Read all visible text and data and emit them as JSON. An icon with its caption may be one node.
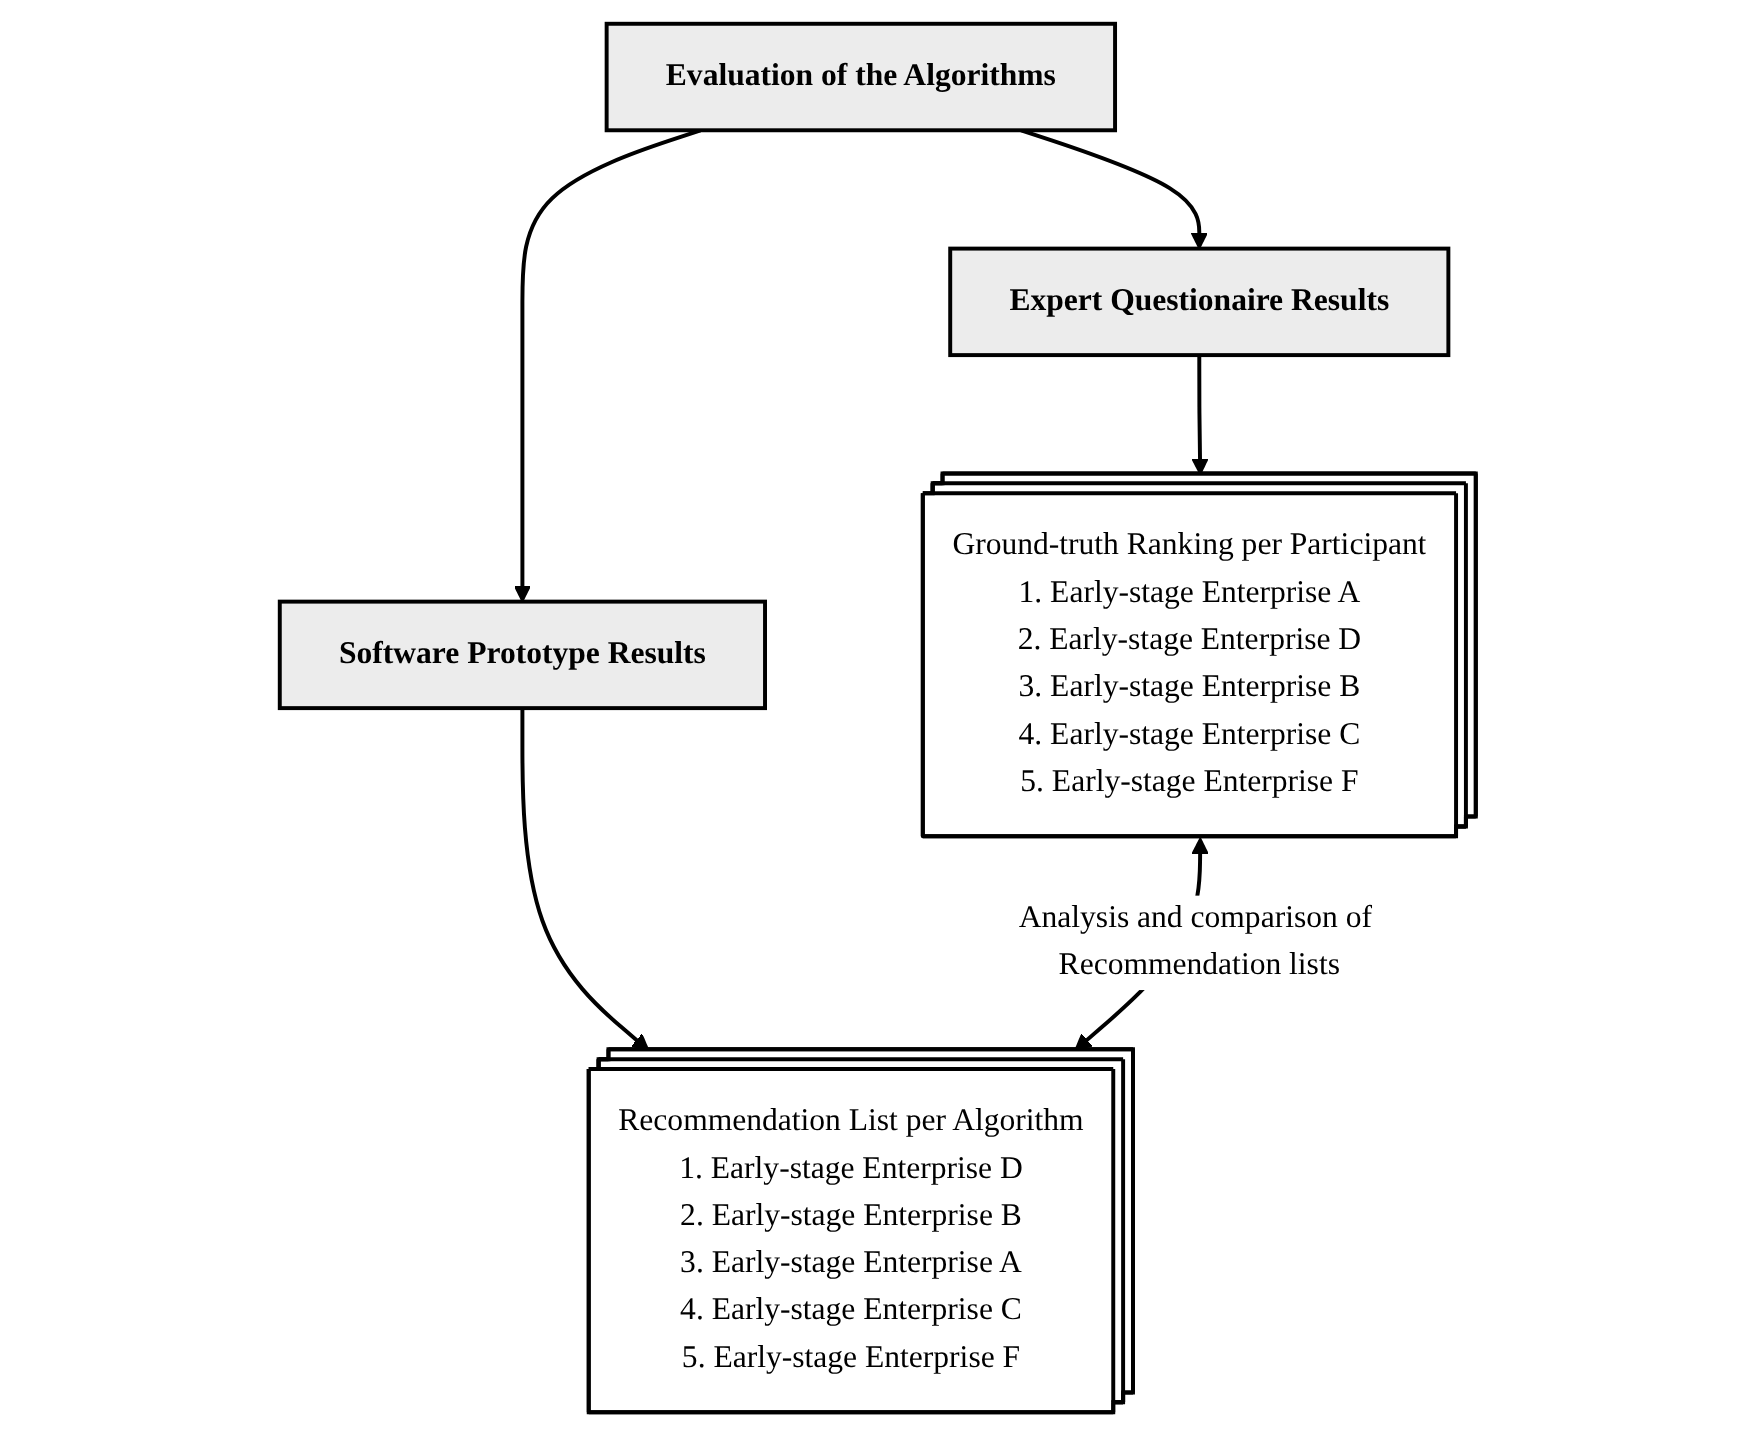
{
  "diagram": {
    "nodes": [
      {
        "text": [
          "Evaluation of the Algorithms"
        ]
      },
      {
        "text": [
          "Expert Questionaire Results"
        ]
      },
      {
        "text": [
          "Software Prototype Results"
        ]
      },
      {
        "text": [
          "Ground-truth Ranking per Participant",
          "1. Early-stage Enterprise A",
          "2. Early-stage Enterprise D",
          "3. Early-stage Enterprise B",
          "4. Early-stage Enterprise C",
          "5. Early-stage Enterprise F"
        ]
      },
      {
        "text": [
          "Recommendation List per Algorithm",
          "1. Early-stage Enterprise D",
          "2. Early-stage Enterprise B",
          "3. Early-stage Enterprise A",
          "4. Early-stage Enterprise C",
          "5. Early-stage Enterprise F"
        ]
      }
    ],
    "edges": [
      {
        "from": 0,
        "to": 1,
        "arrow": "to"
      },
      {
        "from": 0,
        "to": 2,
        "arrow": "to"
      },
      {
        "from": 1,
        "to": 3,
        "arrow": "to"
      },
      {
        "from": 2,
        "to": 4,
        "arrow": "to"
      },
      {
        "from": 3,
        "to": 4,
        "arrow": "both",
        "label": "Analysis and comparison of Recommendation lists"
      }
    ]
  }
}
